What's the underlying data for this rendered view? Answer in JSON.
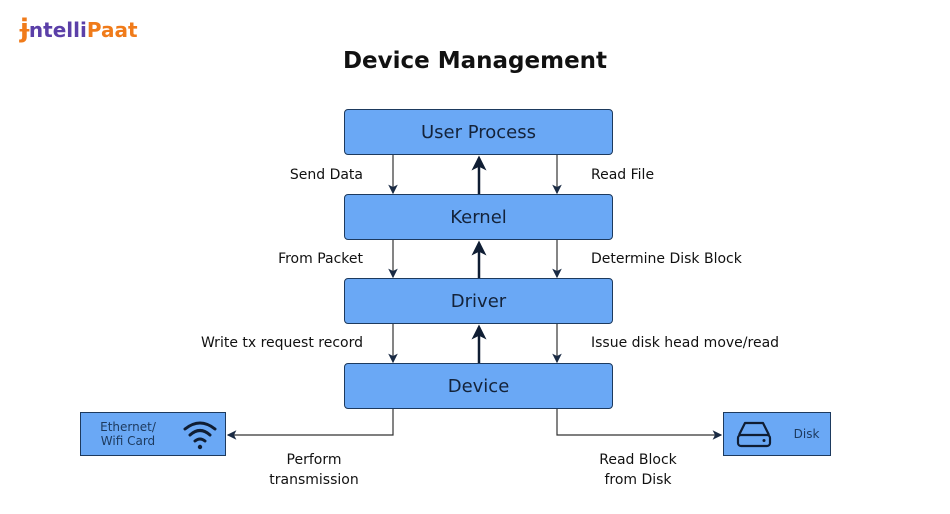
{
  "logo": {
    "part1": "ntelli",
    "part2": "Paat",
    "icon": "intellipaat-logo"
  },
  "title": "Device Management",
  "layers": [
    "User Process",
    "Kernel",
    "Driver",
    "Device"
  ],
  "left_labels": [
    "Send Data",
    "From Packet",
    "Write tx request record"
  ],
  "right_labels": [
    "Read File",
    "Determine Disk Block",
    "Issue disk head move/read"
  ],
  "ethernet": {
    "label": "Ethernet/ Wifi Card",
    "icon": "wifi-icon"
  },
  "disk": {
    "label": "Disk",
    "icon": "hard-drive-icon"
  },
  "bottom_left": {
    "line1": "Perform",
    "line2": "transmission"
  },
  "bottom_right": {
    "line1": "Read Block",
    "line2": "from Disk"
  },
  "colors": {
    "box": "#6aa8f5",
    "border": "#1d3a5e",
    "logo_purple": "#5b3fa8",
    "logo_orange": "#f07b1a"
  }
}
